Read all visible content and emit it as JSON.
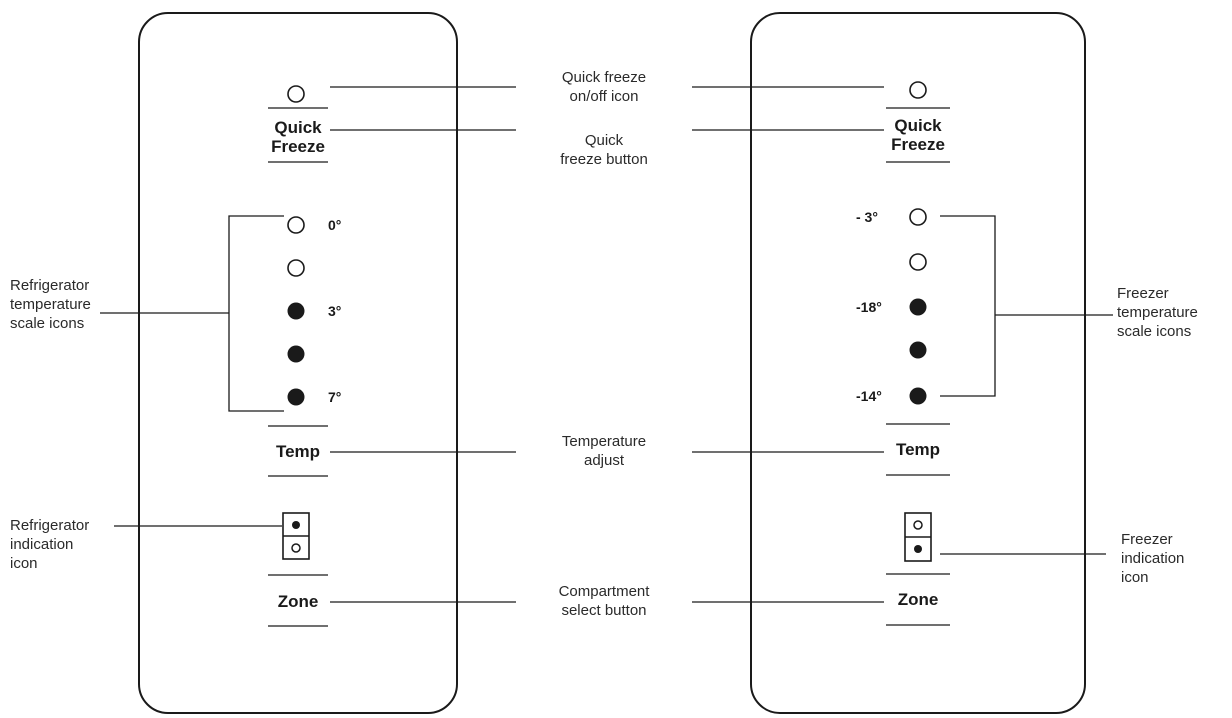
{
  "left_panel": {
    "quick_freeze_label": [
      "Quick",
      "Freeze"
    ],
    "scale_labels": [
      "0°",
      "3°",
      "7°"
    ],
    "temp_label": "Temp",
    "zone_label": "Zone"
  },
  "right_panel": {
    "quick_freeze_label": [
      "Quick",
      "Freeze"
    ],
    "scale_labels": [
      "- 3°",
      "-18°",
      "-14°"
    ],
    "temp_label": "Temp",
    "zone_label": "Zone"
  },
  "callouts": {
    "quick_freeze_icon": [
      "Quick freeze",
      "on/off icon"
    ],
    "quick_freeze_button": [
      "Quick",
      "freeze button"
    ],
    "temperature_adjust": [
      "Temperature",
      "adjust"
    ],
    "compartment_select": [
      "Compartment",
      "select button"
    ],
    "refrigerator_scale": [
      "Refrigerator",
      "temperature",
      "scale icons"
    ],
    "freezer_scale": [
      "Freezer",
      "temperature",
      "scale icons"
    ],
    "refrigerator_indication": [
      "Refrigerator",
      "indication",
      "icon"
    ],
    "freezer_indication": [
      "Freezer",
      "indication",
      "icon"
    ]
  },
  "colors": {
    "ink": "#1a1a1a"
  }
}
